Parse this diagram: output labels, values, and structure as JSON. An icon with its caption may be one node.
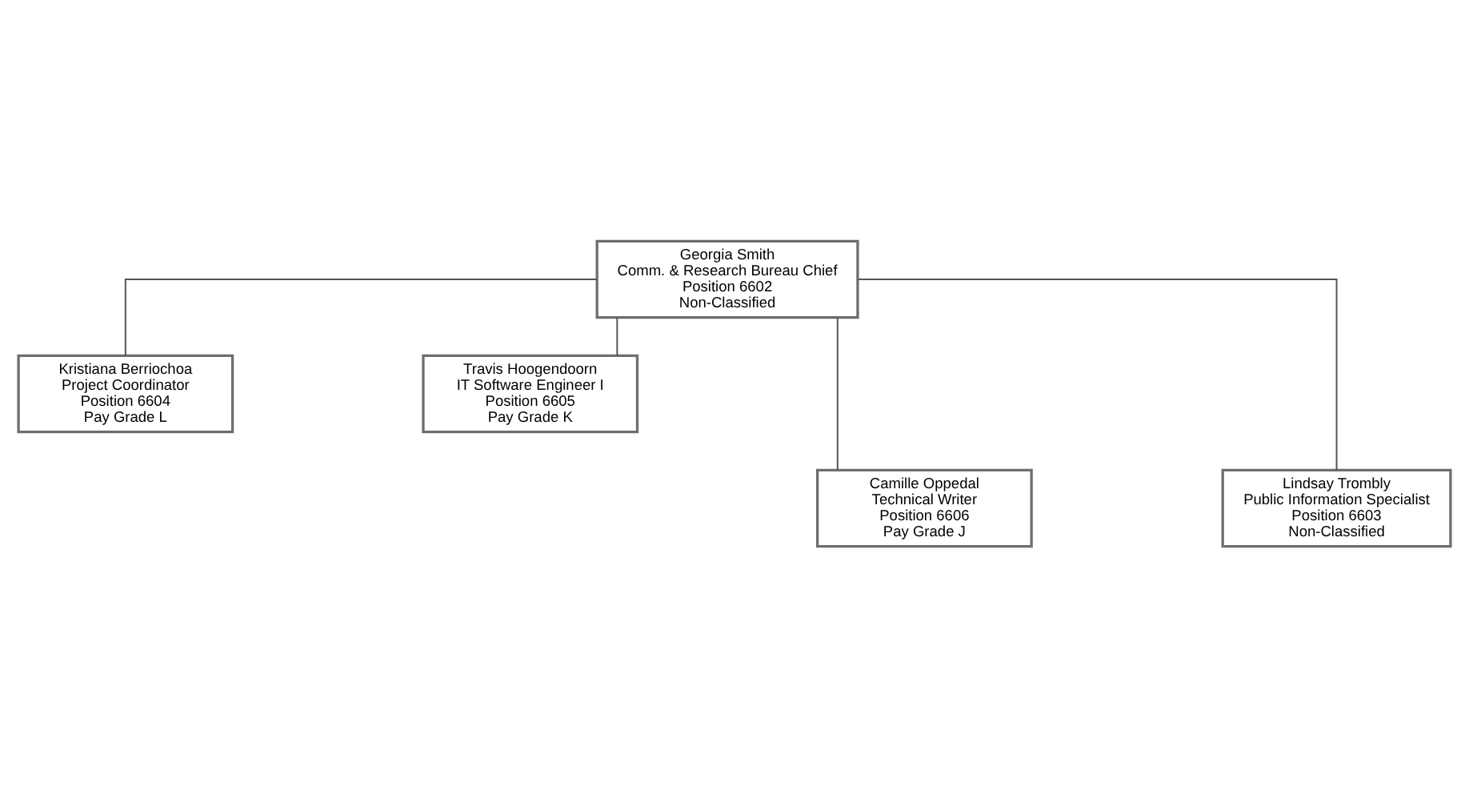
{
  "diagram": {
    "nodes": [
      {
        "text": [
          "Georgia Smith",
          "Comm. & Research Bureau Chief",
          "Position 6602",
          "Non-Classified"
        ]
      },
      {
        "text": [
          "Kristiana Berriochoa",
          "Project Coordinator",
          "Position 6604",
          "Pay Grade L"
        ]
      },
      {
        "text": [
          "Travis Hoogendoorn",
          "IT Software Engineer I",
          "Position 6605",
          "Pay Grade K"
        ]
      },
      {
        "text": [
          "Camille Oppedal",
          "Technical Writer",
          "Position 6606",
          "Pay Grade J"
        ]
      },
      {
        "text": [
          "Lindsay Trombly",
          "Public Information Specialist",
          "Position 6603",
          "Non-Classified"
        ]
      }
    ],
    "edges": [
      {
        "from": 0,
        "to": 1,
        "arrow": "none"
      },
      {
        "from": 0,
        "to": 2,
        "arrow": "none"
      },
      {
        "from": 0,
        "to": 3,
        "arrow": "none"
      },
      {
        "from": 0,
        "to": 4,
        "arrow": "none"
      }
    ]
  }
}
